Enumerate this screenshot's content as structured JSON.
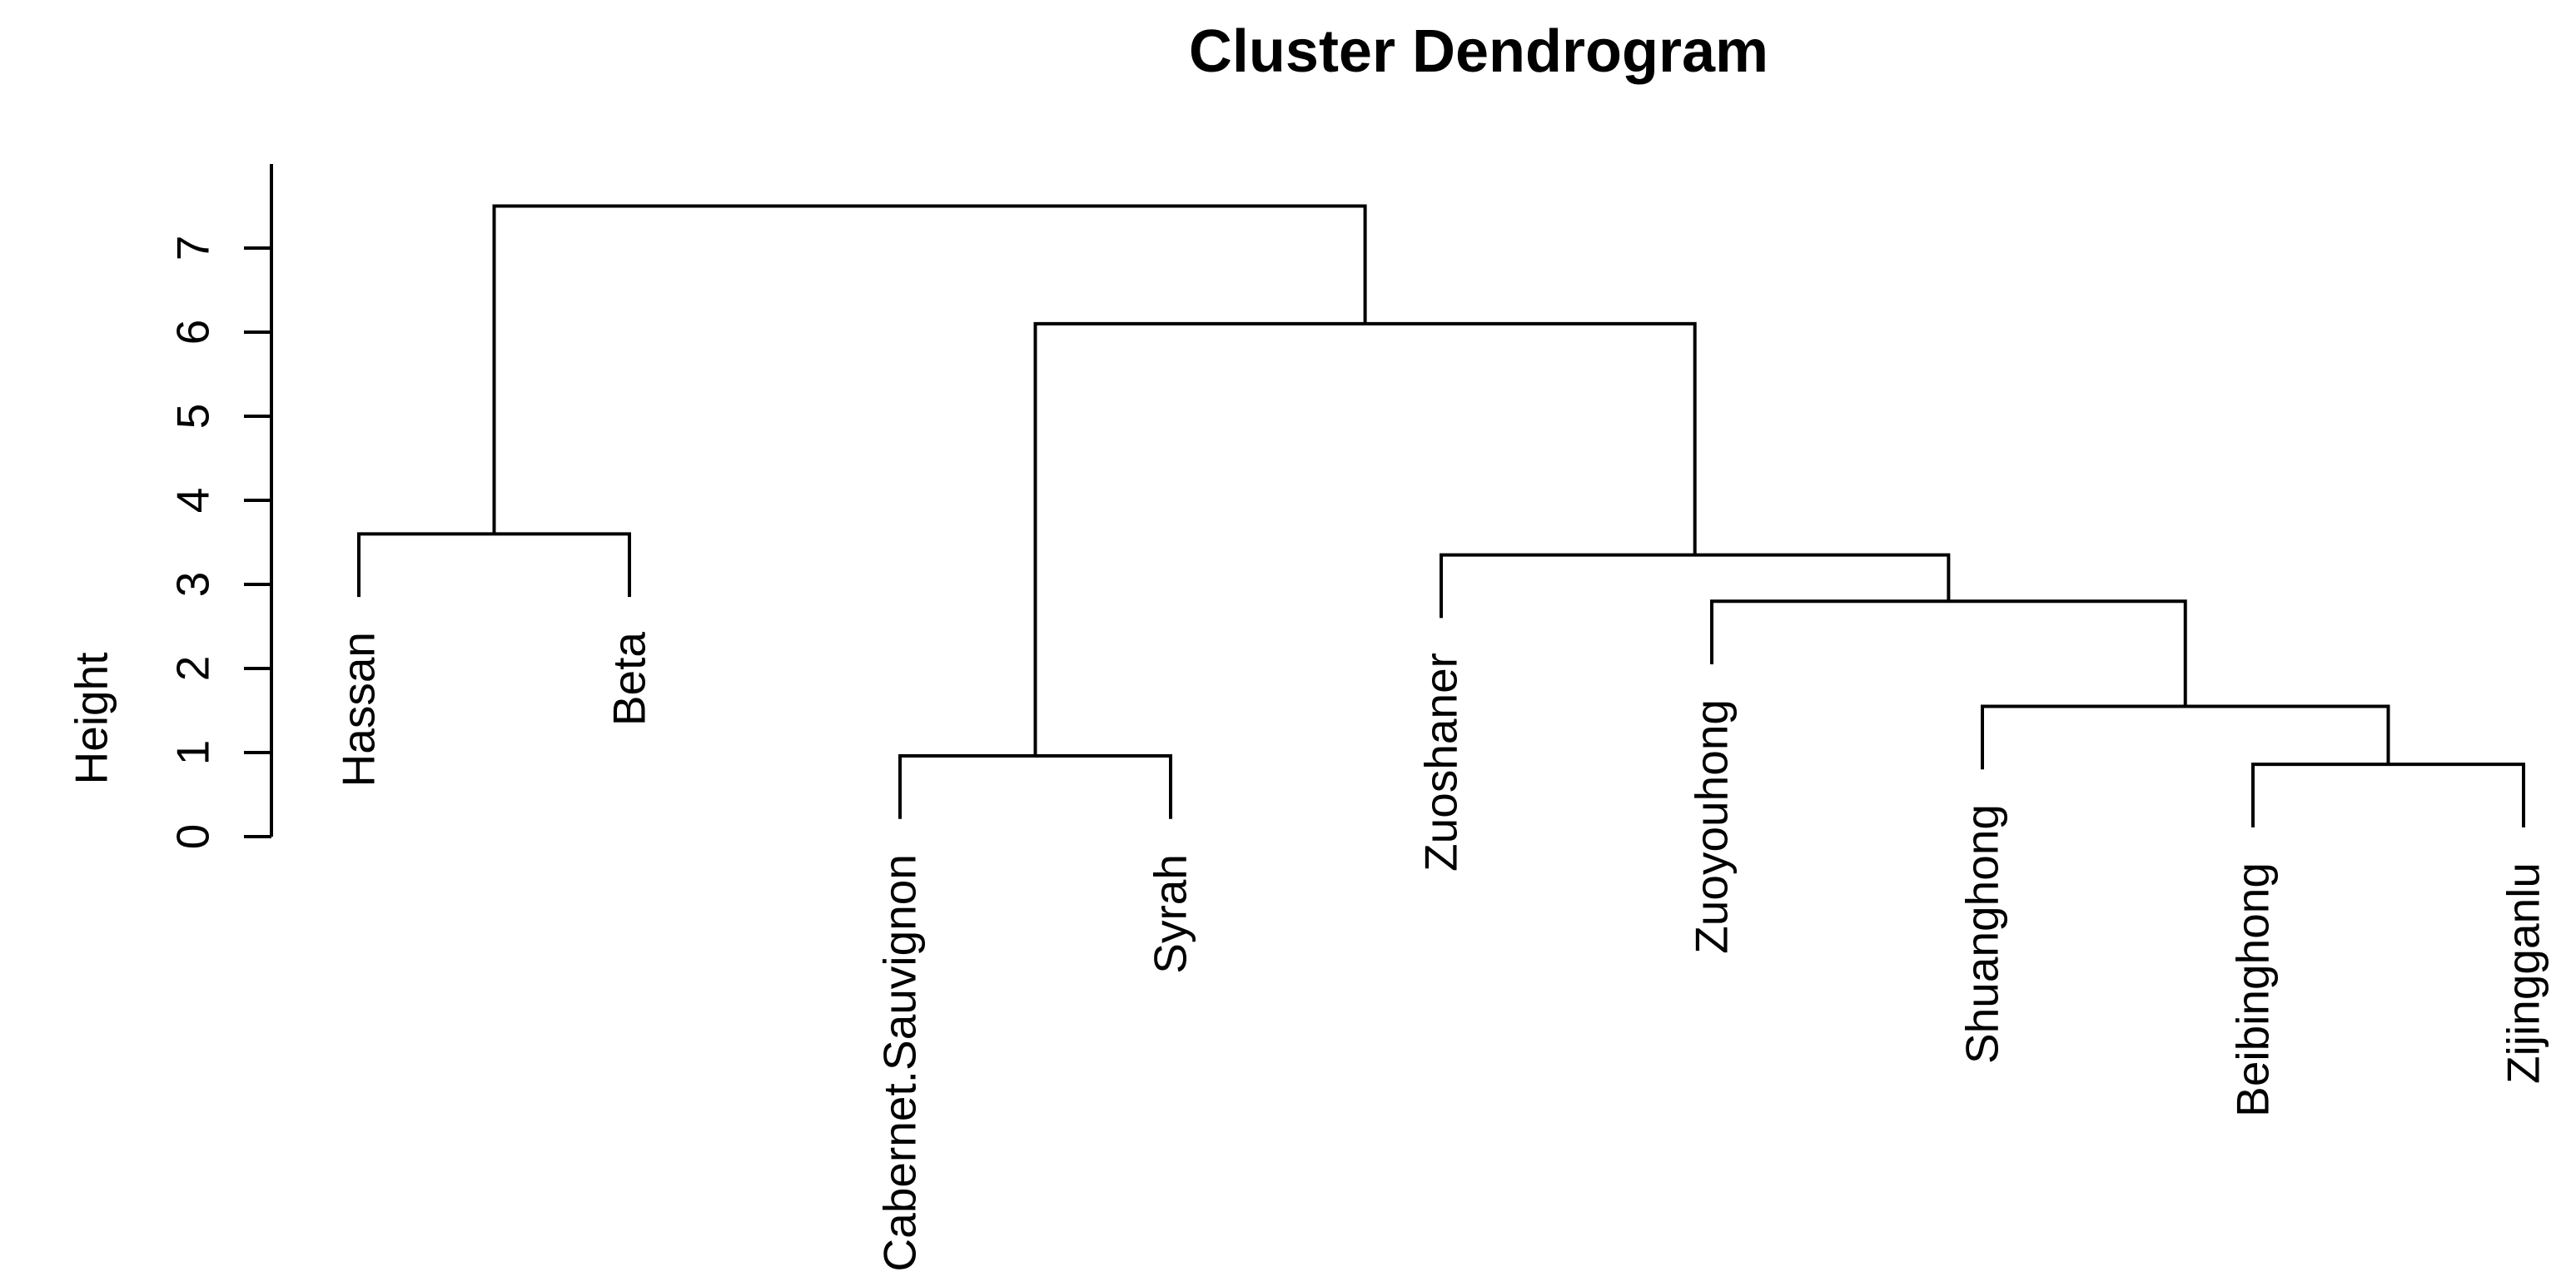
{
  "title": "Cluster Dendrogram",
  "y_axis": {
    "label": "Height",
    "tick_labels": [
      "0",
      "1",
      "2",
      "3",
      "4",
      "5",
      "6",
      "7"
    ]
  },
  "colors": {
    "line": "#000000",
    "text": "#000000",
    "background": "#ffffff"
  },
  "chart_data": {
    "type": "dendrogram",
    "title": "Cluster Dendrogram",
    "ylabel": "Height",
    "ylim": [
      0,
      8
    ],
    "yticks": [
      0,
      1,
      2,
      3,
      4,
      5,
      6,
      7
    ],
    "hang": 0.1,
    "grid": false,
    "leaf_order": [
      "Hassan",
      "Beta",
      "Cabernet.Sauvignon",
      "Syrah",
      "Zuoshaner",
      "Zuoyouhong",
      "Shuanghong",
      "Beibinghong",
      "Zijingganlu"
    ],
    "merges": [
      {
        "joins": "Beibinghong + Zijingganlu",
        "height": 0.86
      },
      {
        "joins": "Cabernet.Sauvignon + Syrah",
        "height": 0.96
      },
      {
        "joins": "Shuanghong + (Beibinghong, Zijingganlu)",
        "height": 1.55
      },
      {
        "joins": "Zuoyouhong + (Shuanghong, Beibinghong, Zijingganlu)",
        "height": 2.8
      },
      {
        "joins": "Zuoshaner + (Zuoyouhong, Shuanghong, Beibinghong, Zijingganlu)",
        "height": 3.35
      },
      {
        "joins": "Hassan + Beta",
        "height": 3.6
      },
      {
        "joins": "(Cabernet.Sauvignon, Syrah) + (Zuoshaner ... Zijingganlu)",
        "height": 6.1
      },
      {
        "joins": "(Hassan, Beta) + (all others)  [root]",
        "height": 7.5
      }
    ],
    "tree": {
      "height": 7.5,
      "children": [
        {
          "height": 3.6,
          "children": [
            {
              "leaf": "Hassan"
            },
            {
              "leaf": "Beta"
            }
          ]
        },
        {
          "height": 6.1,
          "children": [
            {
              "height": 0.96,
              "children": [
                {
                  "leaf": "Cabernet.Sauvignon"
                },
                {
                  "leaf": "Syrah"
                }
              ]
            },
            {
              "height": 3.35,
              "children": [
                {
                  "leaf": "Zuoshaner"
                },
                {
                  "height": 2.8,
                  "children": [
                    {
                      "leaf": "Zuoyouhong"
                    },
                    {
                      "height": 1.55,
                      "children": [
                        {
                          "leaf": "Shuanghong"
                        },
                        {
                          "height": 0.86,
                          "children": [
                            {
                              "leaf": "Beibinghong"
                            },
                            {
                              "leaf": "Zijingganlu"
                            }
                          ]
                        }
                      ]
                    }
                  ]
                }
              ]
            }
          ]
        }
      ]
    }
  }
}
